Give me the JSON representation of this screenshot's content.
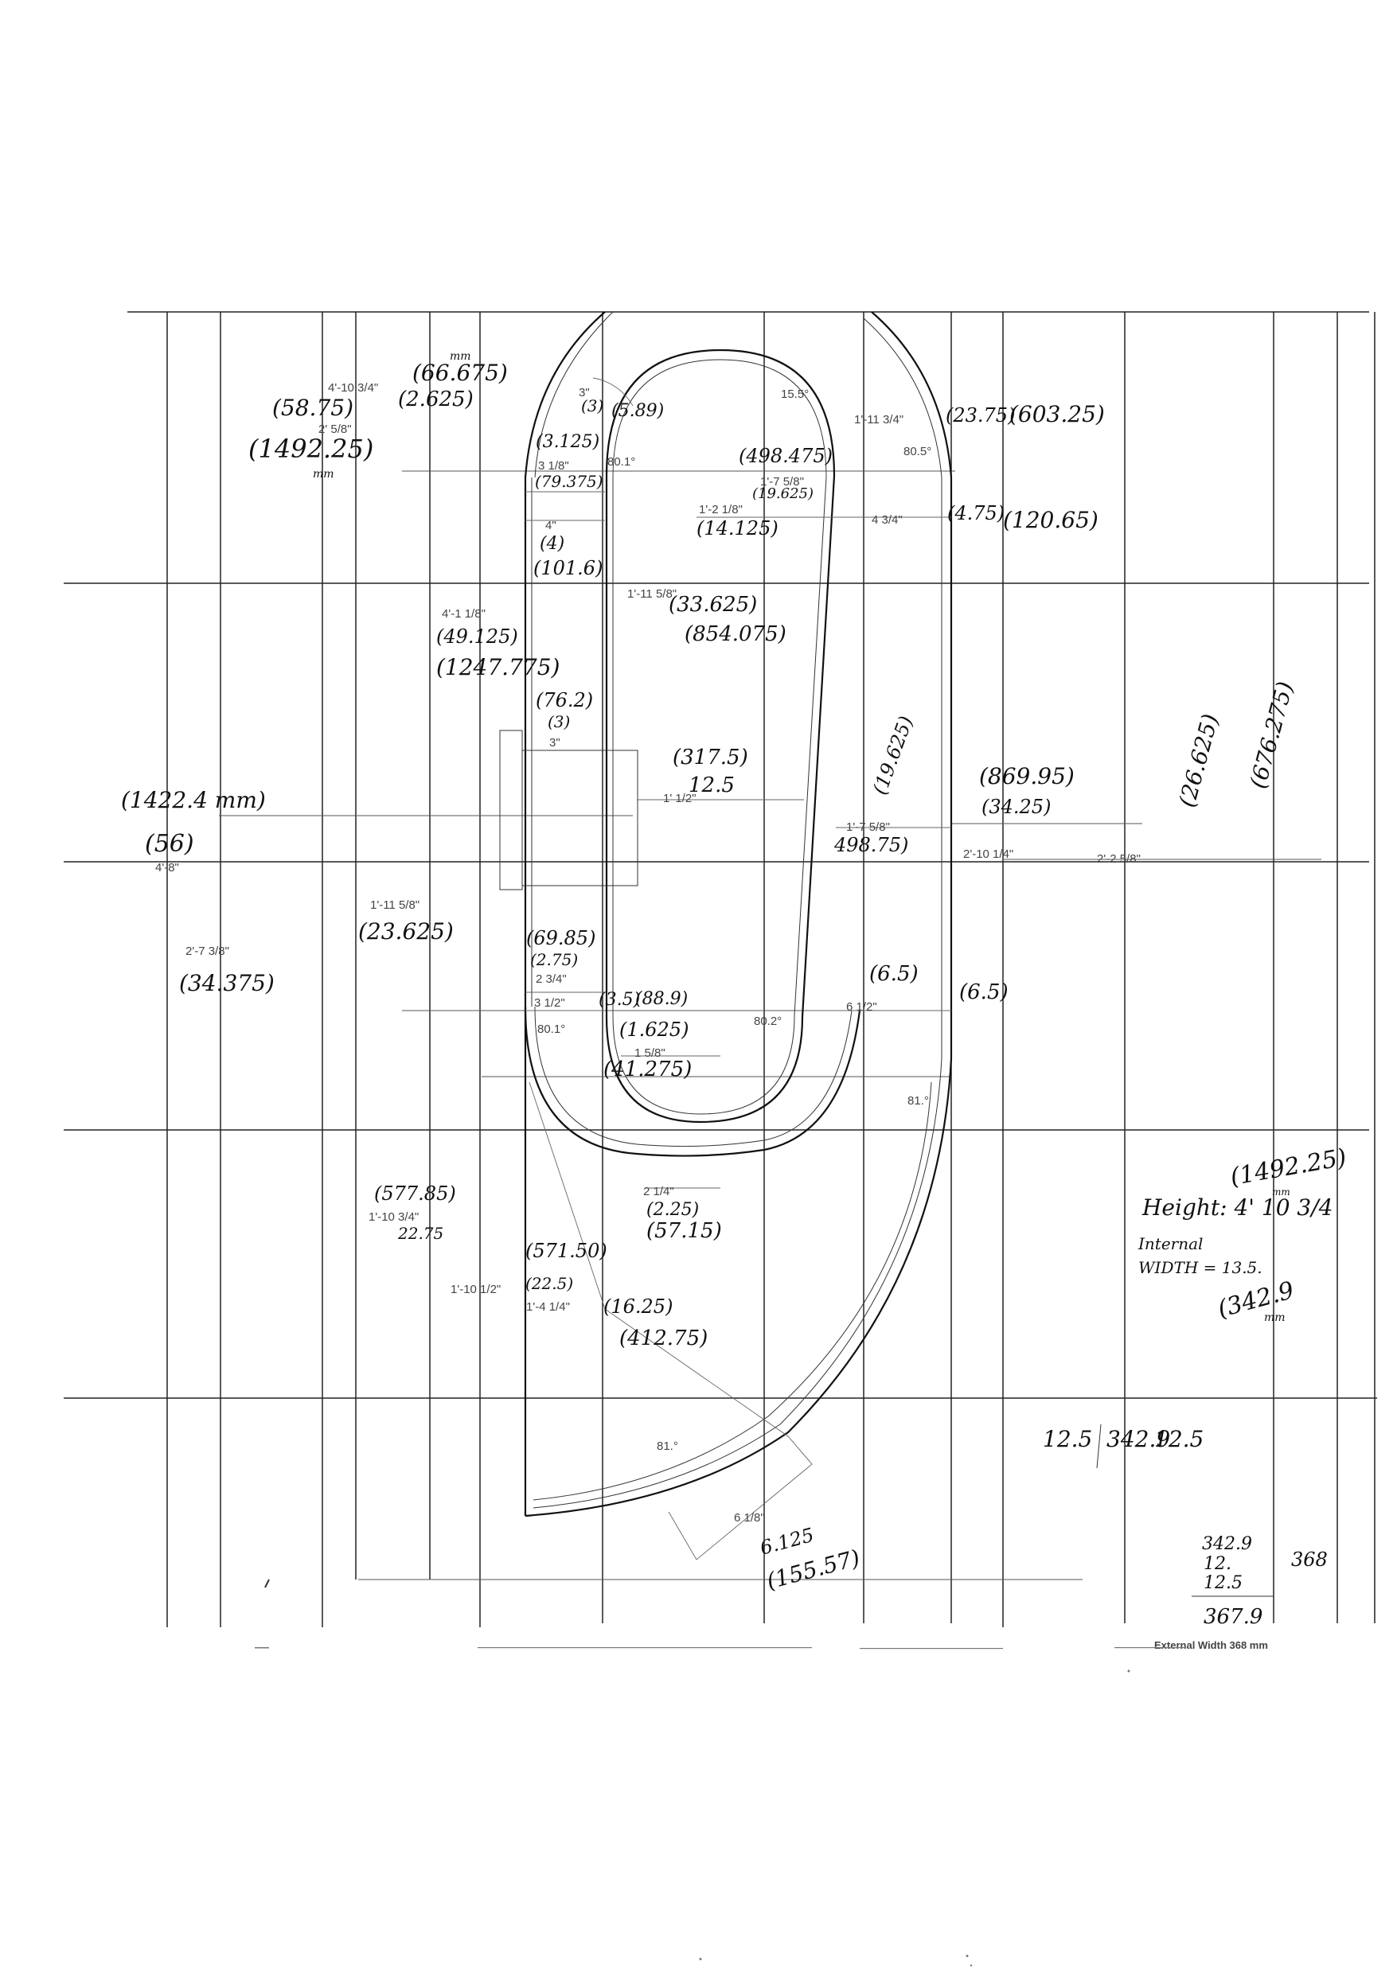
{
  "printed_dims": [
    {
      "id": "p1",
      "text": "4'-10 3/4\""
    },
    {
      "id": "p2",
      "text": "2' 5/8\""
    },
    {
      "id": "p3",
      "text": "3\""
    },
    {
      "id": "p4",
      "text": "3 1/8\""
    },
    {
      "id": "p5",
      "text": "80.1°"
    },
    {
      "id": "p6",
      "text": "15.5°"
    },
    {
      "id": "p7",
      "text": "1'-11 3/4\""
    },
    {
      "id": "p8",
      "text": "80.5°"
    },
    {
      "id": "p9",
      "text": "1'-7 5/8\""
    },
    {
      "id": "p10",
      "text": "1'-2 1/8\""
    },
    {
      "id": "p11",
      "text": "4 3/4\""
    },
    {
      "id": "p12",
      "text": "4\""
    },
    {
      "id": "p13",
      "text": "1'-11 5/8\""
    },
    {
      "id": "p14",
      "text": "4'-1 1/8\""
    },
    {
      "id": "p15",
      "text": "3\""
    },
    {
      "id": "p16",
      "text": "1' 1/2\""
    },
    {
      "id": "p17",
      "text": "1'-7 5/8\""
    },
    {
      "id": "p18",
      "text": "2'-10 1/4\""
    },
    {
      "id": "p19",
      "text": "2'-2 5/8\""
    },
    {
      "id": "p20",
      "text": "4'-8\""
    },
    {
      "id": "p21",
      "text": "1'-11 5/8\""
    },
    {
      "id": "p22",
      "text": "2'-7 3/8\""
    },
    {
      "id": "p23",
      "text": "2 3/4\""
    },
    {
      "id": "p24",
      "text": "3 1/2\""
    },
    {
      "id": "p25",
      "text": "80.1°"
    },
    {
      "id": "p26",
      "text": "80.2°"
    },
    {
      "id": "p27",
      "text": "6 1/2\""
    },
    {
      "id": "p28",
      "text": "1 5/8\""
    },
    {
      "id": "p29",
      "text": "81.°"
    },
    {
      "id": "p30",
      "text": "2 1/4\""
    },
    {
      "id": "p31",
      "text": "1'-10 3/4\""
    },
    {
      "id": "p32",
      "text": "1'-10 1/2\""
    },
    {
      "id": "p33",
      "text": "1'-4 1/4\""
    },
    {
      "id": "p34",
      "text": "81.°"
    },
    {
      "id": "p35",
      "text": "6 1/8\""
    }
  ],
  "handwritten_notes": [
    {
      "id": "h1",
      "text": "mm"
    },
    {
      "id": "h2",
      "text": "(66.675)"
    },
    {
      "id": "h3",
      "text": "(58.75)"
    },
    {
      "id": "h4",
      "text": "(2.625)"
    },
    {
      "id": "h5",
      "text": "(1492.25)"
    },
    {
      "id": "h6",
      "text": "mm"
    },
    {
      "id": "h7",
      "text": "(3)"
    },
    {
      "id": "h8",
      "text": "(5.89)"
    },
    {
      "id": "h9",
      "text": "(3.125)"
    },
    {
      "id": "h10",
      "text": "(79.375)"
    },
    {
      "id": "h11",
      "text": "(498.475)"
    },
    {
      "id": "h12",
      "text": "(19.625)"
    },
    {
      "id": "h13",
      "text": "(23.75)"
    },
    {
      "id": "h14",
      "text": "(603.25)"
    },
    {
      "id": "h15",
      "text": "(14.125)"
    },
    {
      "id": "h16",
      "text": "(4.75)"
    },
    {
      "id": "h17",
      "text": "(120.65)"
    },
    {
      "id": "h18",
      "text": "(4)"
    },
    {
      "id": "h19",
      "text": "(101.6)"
    },
    {
      "id": "h20",
      "text": "(33.625)"
    },
    {
      "id": "h21",
      "text": "(854.075)"
    },
    {
      "id": "h22",
      "text": "(49.125)"
    },
    {
      "id": "h23",
      "text": "(1247.775)"
    },
    {
      "id": "h24",
      "text": "(76.2)"
    },
    {
      "id": "h25",
      "text": "(3)"
    },
    {
      "id": "h26",
      "text": "(317.5)"
    },
    {
      "id": "h27",
      "text": "12.5"
    },
    {
      "id": "h28",
      "text": "(19.625)"
    },
    {
      "id": "h29",
      "text": "498.75)"
    },
    {
      "id": "h30",
      "text": "(869.95)"
    },
    {
      "id": "h31",
      "text": "(34.25)"
    },
    {
      "id": "h32",
      "text": "(26.625)"
    },
    {
      "id": "h33",
      "text": "(676.275)"
    },
    {
      "id": "h34",
      "text": "(1422.4 mm)"
    },
    {
      "id": "h35",
      "text": "(56)"
    },
    {
      "id": "h36",
      "text": "(23.625)"
    },
    {
      "id": "h37",
      "text": "(34.375)"
    },
    {
      "id": "h38",
      "text": "(69.85)"
    },
    {
      "id": "h39",
      "text": "(2.75)"
    },
    {
      "id": "h40",
      "text": "(3.5)"
    },
    {
      "id": "h41",
      "text": "(88.9)"
    },
    {
      "id": "h42",
      "text": "(6.5)"
    },
    {
      "id": "h43",
      "text": "(6.5)"
    },
    {
      "id": "h44",
      "text": "(1.625)"
    },
    {
      "id": "h45",
      "text": "(41.275)"
    },
    {
      "id": "h46",
      "text": "(2.25)"
    },
    {
      "id": "h47",
      "text": "(57.15)"
    },
    {
      "id": "h48",
      "text": "(577.85)"
    },
    {
      "id": "h49",
      "text": "22.75"
    },
    {
      "id": "h50",
      "text": "(571.50)"
    },
    {
      "id": "h51",
      "text": "(22.5)"
    },
    {
      "id": "h52",
      "text": "(16.25)"
    },
    {
      "id": "h53",
      "text": "(412.75)"
    },
    {
      "id": "h54",
      "text": "6.125"
    },
    {
      "id": "h55",
      "text": "(155.57)"
    },
    {
      "id": "h56",
      "text": "(1492.25)"
    },
    {
      "id": "h57",
      "text": "mm"
    },
    {
      "id": "h58",
      "text": "Height: 4' 10 3/4"
    },
    {
      "id": "h59",
      "text": "Internal"
    },
    {
      "id": "h60",
      "text": "WIDTH = 13.5."
    },
    {
      "id": "h61",
      "text": "(342.9"
    },
    {
      "id": "h62",
      "text": "mm"
    },
    {
      "id": "h63",
      "text": "12.5"
    },
    {
      "id": "h64",
      "text": "342.9"
    },
    {
      "id": "h65",
      "text": "12.5"
    },
    {
      "id": "h66",
      "text": "342.9"
    },
    {
      "id": "h67",
      "text": "12."
    },
    {
      "id": "h68",
      "text": "12.5"
    },
    {
      "id": "h69",
      "text": "368"
    },
    {
      "id": "h70",
      "text": "367.9"
    }
  ],
  "footer_label": "External Width 368 mm"
}
